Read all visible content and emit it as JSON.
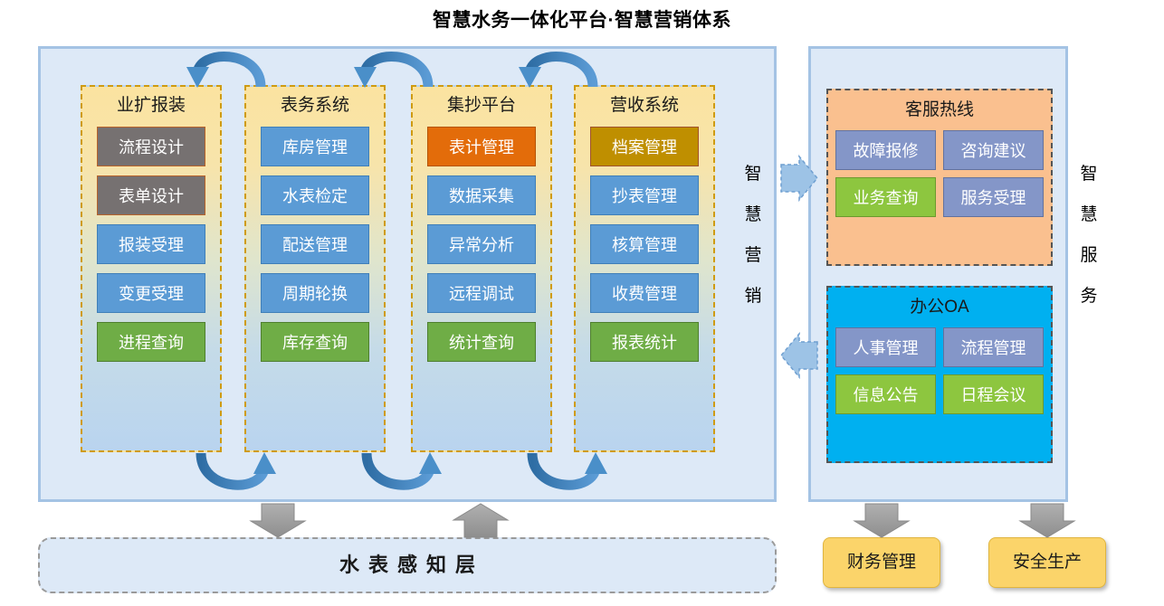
{
  "title": "智慧水务一体化平台·智慧营销体系",
  "colors": {
    "panel_bg": "#dde9f7",
    "panel_border": "#a4c3e4",
    "column_border": "#cf9b10",
    "gray": "#767171",
    "blue": "#5b9bd5",
    "green": "#6fad46",
    "orange": "#e36c0a",
    "gold": "#bf8f00",
    "hotline_bg": "#fac08f",
    "oa_bg": "#00b0f0",
    "periwinkle": "#8496c8",
    "light_green": "#8dc63f",
    "yellow_box": "#fbd46a",
    "curve_arrow": "#3f7fb8",
    "gray_arrow": "#9d9d9d",
    "block_arrow": "#9dc3e6"
  },
  "left_panel": {
    "side_label": "智慧营销",
    "columns": [
      {
        "title": "业扩报装",
        "items": [
          {
            "label": "流程设计",
            "color": "gray"
          },
          {
            "label": "表单设计",
            "color": "gray"
          },
          {
            "label": "报装受理",
            "color": "blue"
          },
          {
            "label": "变更受理",
            "color": "blue"
          },
          {
            "label": "进程查询",
            "color": "green"
          }
        ]
      },
      {
        "title": "表务系统",
        "items": [
          {
            "label": "库房管理",
            "color": "blue"
          },
          {
            "label": "水表检定",
            "color": "blue"
          },
          {
            "label": "配送管理",
            "color": "blue"
          },
          {
            "label": "周期轮换",
            "color": "blue"
          },
          {
            "label": "库存查询",
            "color": "green"
          }
        ]
      },
      {
        "title": "集抄平台",
        "items": [
          {
            "label": "表计管理",
            "color": "orange"
          },
          {
            "label": "数据采集",
            "color": "blue"
          },
          {
            "label": "异常分析",
            "color": "blue"
          },
          {
            "label": "远程调试",
            "color": "blue"
          },
          {
            "label": "统计查询",
            "color": "green"
          }
        ]
      },
      {
        "title": "营收系统",
        "items": [
          {
            "label": "档案管理",
            "color": "gold"
          },
          {
            "label": "抄表管理",
            "color": "blue"
          },
          {
            "label": "核算管理",
            "color": "blue"
          },
          {
            "label": "收费管理",
            "color": "blue"
          },
          {
            "label": "报表统计",
            "color": "green"
          }
        ]
      }
    ]
  },
  "right_panel": {
    "side_label": "智慧服务",
    "groups": [
      {
        "title": "客服热线",
        "tiles": [
          {
            "label": "故障报修",
            "color": "periwinkle"
          },
          {
            "label": "咨询建议",
            "color": "periwinkle"
          },
          {
            "label": "业务查询",
            "color": "light_green"
          },
          {
            "label": "服务受理",
            "color": "periwinkle"
          }
        ]
      },
      {
        "title": "办公OA",
        "tiles": [
          {
            "label": "人事管理",
            "color": "periwinkle"
          },
          {
            "label": "流程管理",
            "color": "periwinkle"
          },
          {
            "label": "信息公告",
            "color": "light_green"
          },
          {
            "label": "日程会议",
            "color": "light_green"
          }
        ]
      }
    ]
  },
  "bottom": {
    "sensing_layer": "水表感知层",
    "boxes": [
      {
        "label": "财务管理"
      },
      {
        "label": "安全生产"
      }
    ]
  }
}
